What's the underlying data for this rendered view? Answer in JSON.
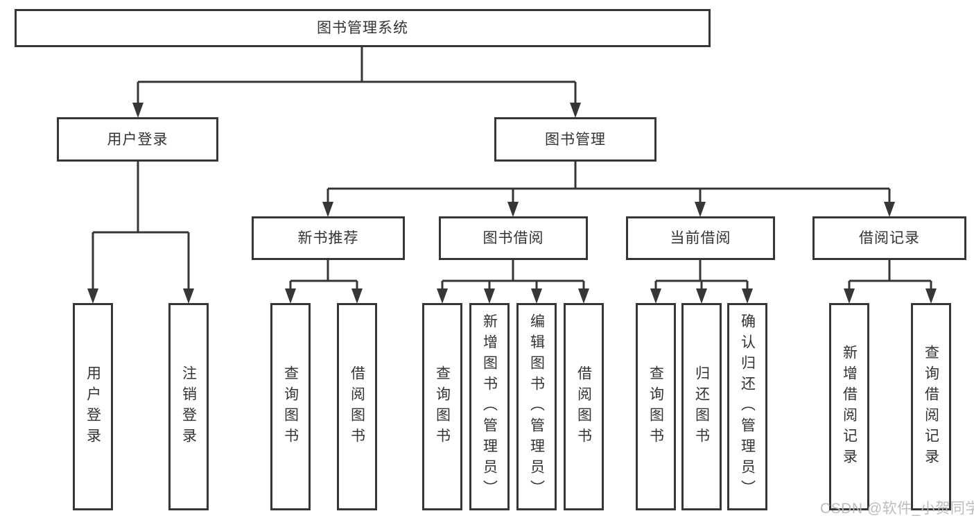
{
  "diagram": {
    "type": "hierarchy-tree",
    "root": {
      "label": "图书管理系统",
      "children": [
        {
          "label": "用户登录",
          "children": [
            {
              "label": "用户登录"
            },
            {
              "label": "注销登录"
            }
          ]
        },
        {
          "label": "图书管理",
          "children": [
            {
              "label": "新书推荐",
              "children": [
                {
                  "label": "查询图书"
                },
                {
                  "label": "借阅图书"
                }
              ]
            },
            {
              "label": "图书借阅",
              "children": [
                {
                  "label": "查询图书"
                },
                {
                  "label": "新增图书（管理员）"
                },
                {
                  "label": "编辑图书（管理员）"
                },
                {
                  "label": "借阅图书"
                }
              ]
            },
            {
              "label": "当前借阅",
              "children": [
                {
                  "label": "查询图书"
                },
                {
                  "label": "归还图书"
                },
                {
                  "label": "确认归还（管理员）"
                }
              ]
            },
            {
              "label": "借阅记录",
              "children": [
                {
                  "label": "新增借阅记录"
                },
                {
                  "label": "查询借阅记录"
                }
              ]
            }
          ]
        }
      ]
    }
  },
  "watermark": "CSDN @软件_小贺同学",
  "colors": {
    "line": "#363636",
    "node_border": "#363636",
    "node_text": "#333333",
    "background": "#ffffff",
    "watermark": "#b8b8b8"
  }
}
